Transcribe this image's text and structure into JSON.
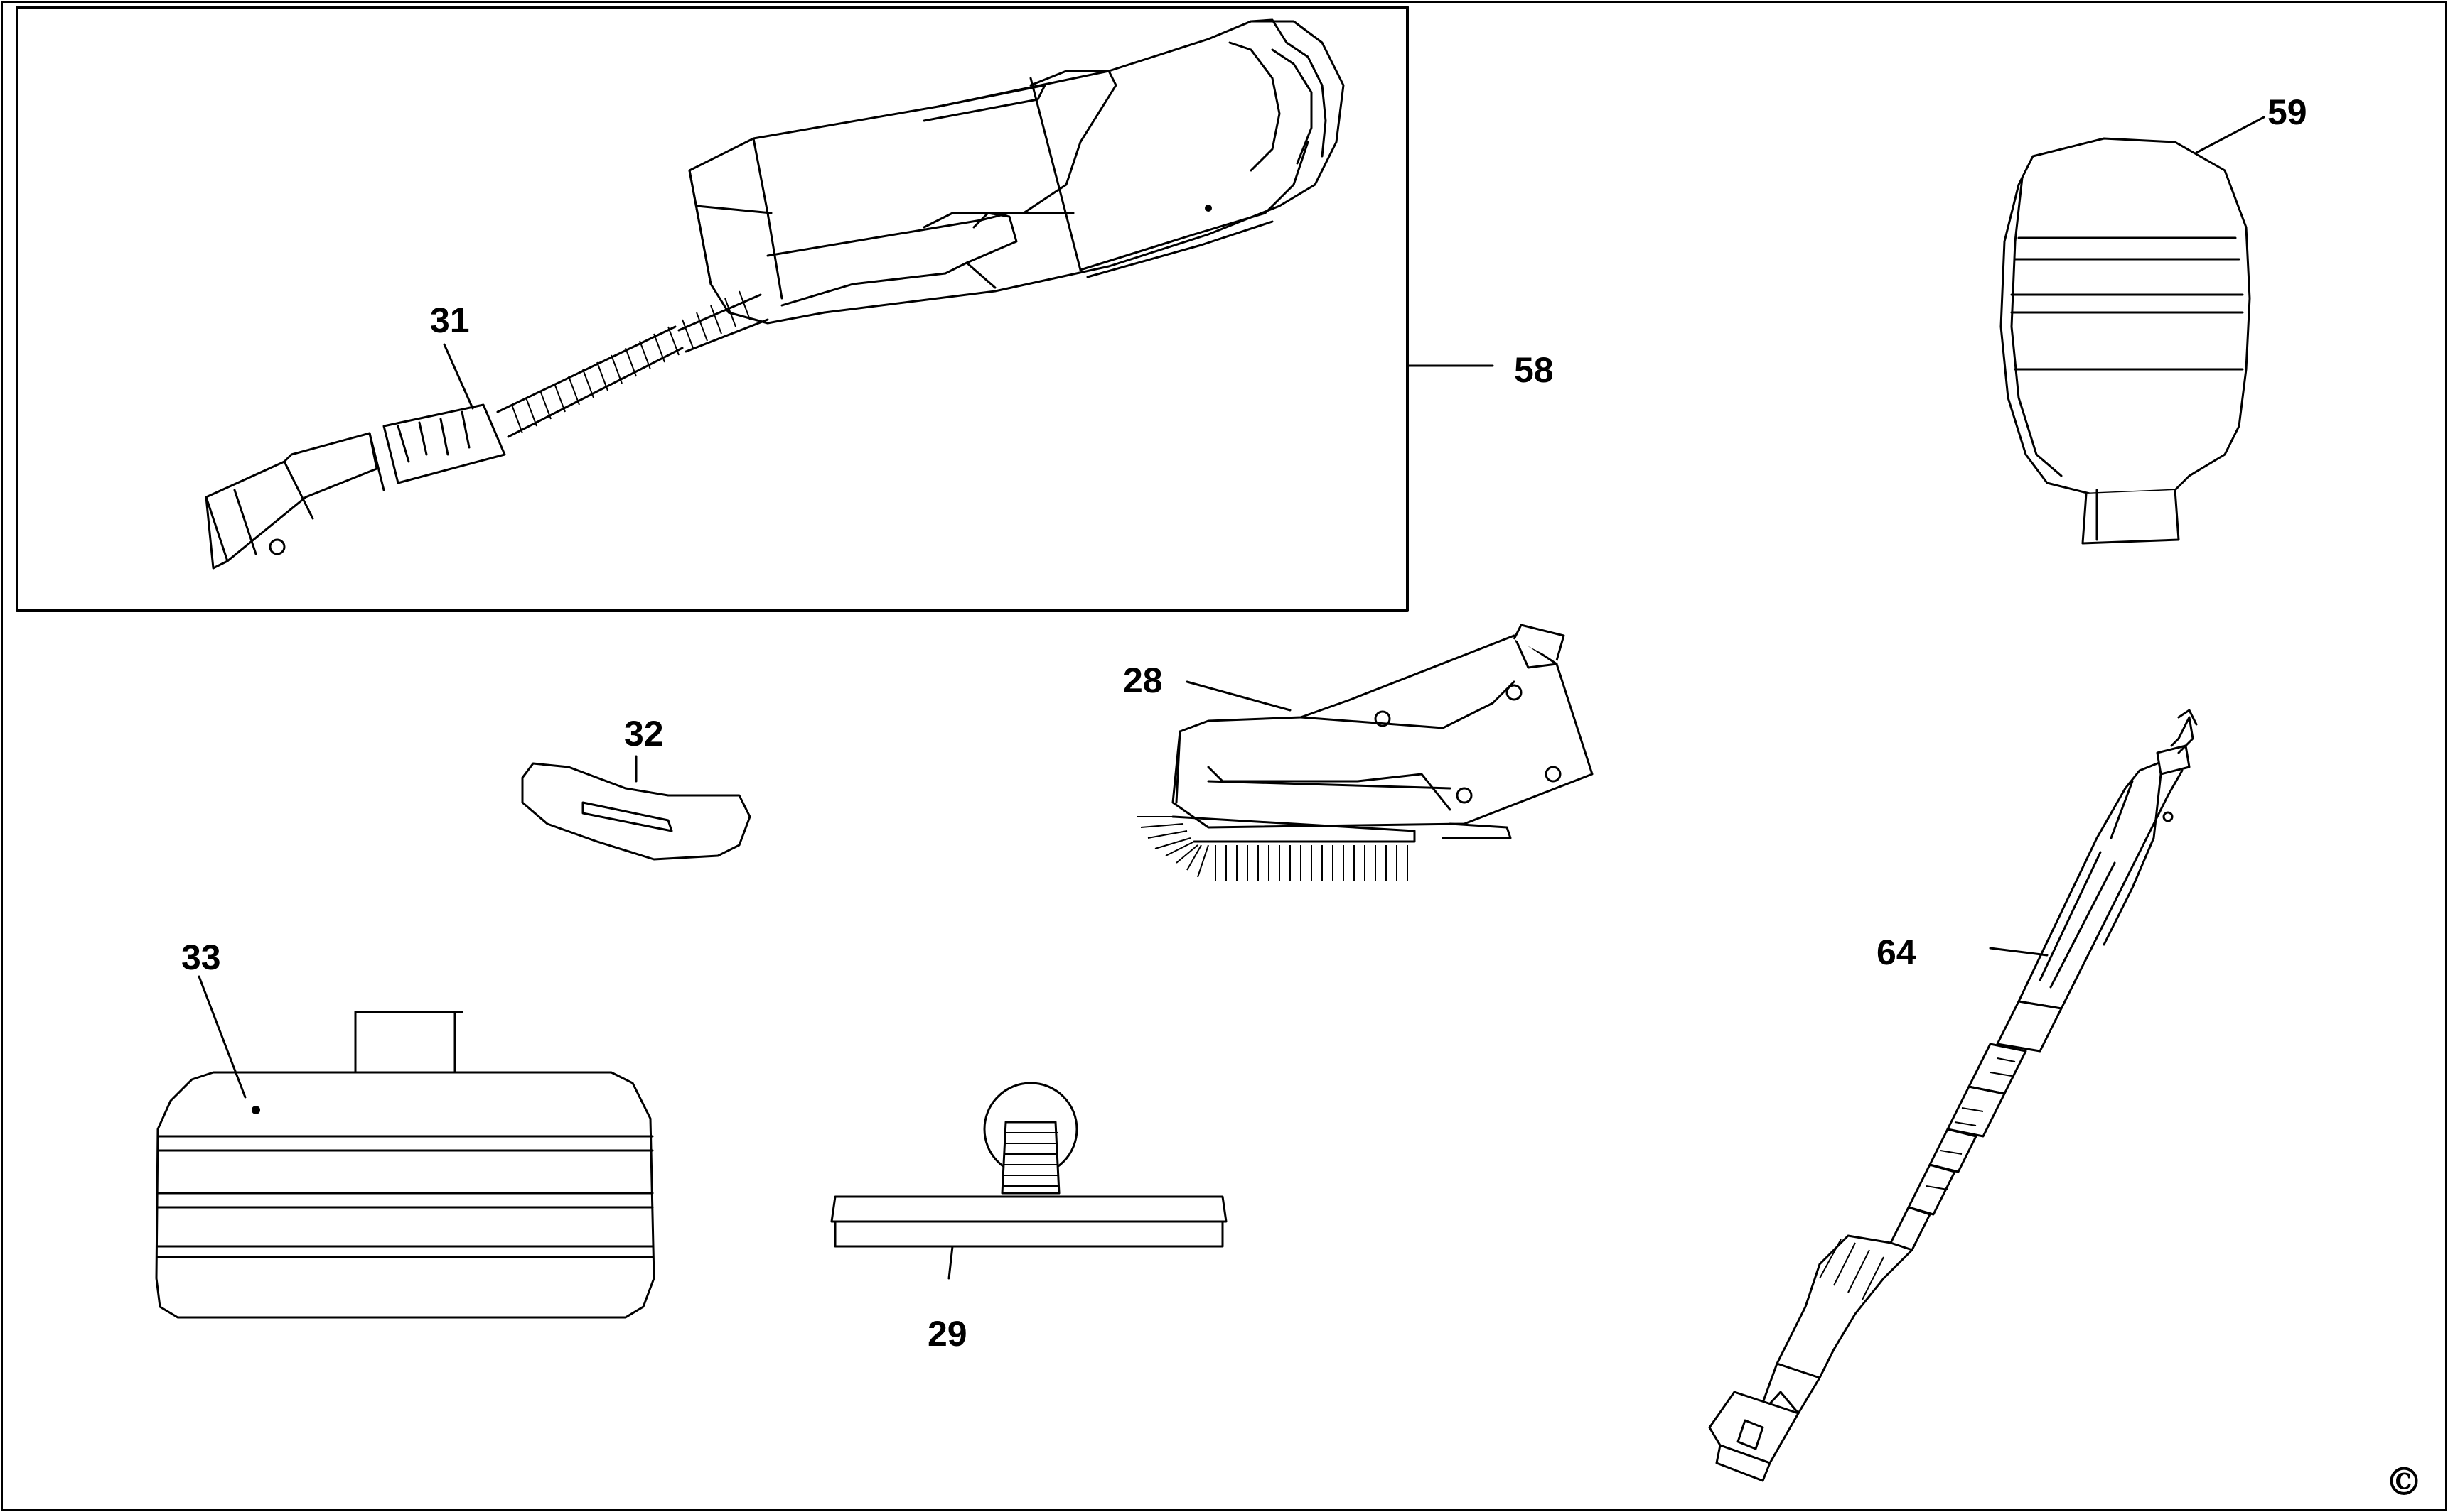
{
  "callouts": [
    {
      "id": "p31",
      "label": "31"
    },
    {
      "id": "p58",
      "label": "58"
    },
    {
      "id": "p59",
      "label": "59"
    },
    {
      "id": "p28",
      "label": "28"
    },
    {
      "id": "p32",
      "label": "32"
    },
    {
      "id": "p33",
      "label": "33"
    },
    {
      "id": "p29",
      "label": "29"
    },
    {
      "id": "p64",
      "label": "64"
    }
  ],
  "copyright_symbol": "©",
  "parts": [
    {
      "name": "handheld-steamer-body",
      "icon": "steamer-handle-icon"
    },
    {
      "name": "flexible-hose",
      "icon": "flex-hose-icon"
    },
    {
      "name": "cloth-mitt",
      "icon": "cloth-mitt-icon"
    },
    {
      "name": "scrub-brush-head",
      "icon": "brush-head-icon"
    },
    {
      "name": "curved-cloth-pad",
      "icon": "pad-icon"
    },
    {
      "name": "floor-cloth-cover",
      "icon": "floor-cloth-icon"
    },
    {
      "name": "window-squeegee",
      "icon": "squeegee-icon"
    },
    {
      "name": "extension-hose",
      "icon": "extension-hose-icon"
    }
  ]
}
